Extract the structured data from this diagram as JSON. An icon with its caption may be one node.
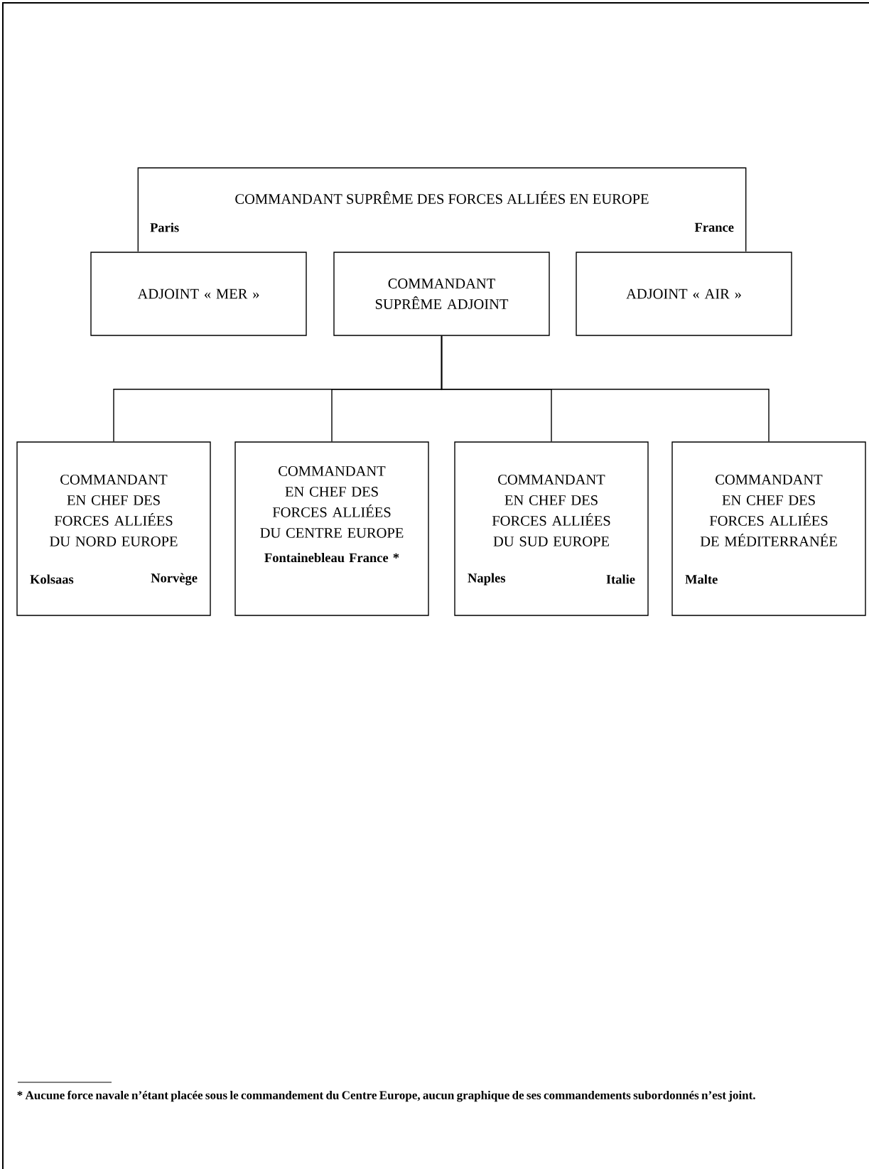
{
  "diagram": {
    "nodes": [
      {
        "text": [
          "COMMANDANT SUPRÊME DES FORCES ALLIÉES EN EUROPE",
          "Paris",
          "France"
        ]
      },
      {
        "text": [
          "ADJOINT « MER »"
        ]
      },
      {
        "text": [
          "COMMANDANT SUPRÊME ADJOINT"
        ]
      },
      {
        "text": [
          "ADJOINT « AIR »"
        ]
      },
      {
        "text": [
          "COMMANDANT EN CHEF DES FORCES ALLIÉES DU NORD EUROPE",
          "Kolsaas",
          "Norvège"
        ]
      },
      {
        "text": [
          "COMMANDANT EN CHEF DES FORCES ALLIÉES DU CENTRE EUROPE",
          "Fontainebleau France *"
        ]
      },
      {
        "text": [
          "COMMANDANT EN CHEF DES FORCES ALLIÉES DU SUD EUROPE",
          "Naples",
          "Italie"
        ]
      },
      {
        "text": [
          "COMMANDANT EN CHEF DES FORCES ALLIÉES DE MÉDITERRANÉE",
          "Malte"
        ]
      }
    ],
    "edges": [
      {
        "from": 2,
        "to": 4,
        "arrow": "none"
      },
      {
        "from": 2,
        "to": 5,
        "arrow": "none"
      },
      {
        "from": 2,
        "to": 6,
        "arrow": "none"
      },
      {
        "from": 2,
        "to": 7,
        "arrow": "none"
      }
    ],
    "labels": [
      "* Aucune force navale n’étant placée sous le commandement du Centre Europe, aucun graphique de ses commandements subordonnés n’est joint."
    ]
  }
}
